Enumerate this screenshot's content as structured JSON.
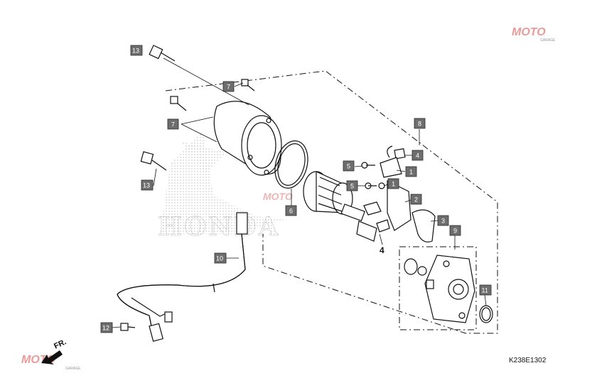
{
  "diagram": {
    "code": "K238E1302",
    "direction_label": "FR.",
    "brand_watermark": "HONDA",
    "moto_watermark": "MOTO",
    "moto_subtext": "GARAGE",
    "callouts": [
      {
        "id": "13",
        "label": "13"
      },
      {
        "id": "7",
        "label": "7"
      },
      {
        "id": "7",
        "label": "7"
      },
      {
        "id": "13",
        "label": "13"
      },
      {
        "id": "8",
        "label": "8"
      },
      {
        "id": "4",
        "label": "4"
      },
      {
        "id": "5",
        "label": "5"
      },
      {
        "id": "1",
        "label": "1"
      },
      {
        "id": "5",
        "label": "5"
      },
      {
        "id": "1",
        "label": "1"
      },
      {
        "id": "2",
        "label": "2"
      },
      {
        "id": "6",
        "label": "6"
      },
      {
        "id": "3",
        "label": "3"
      },
      {
        "id": "9",
        "label": "9"
      },
      {
        "id": "10",
        "label": "10"
      },
      {
        "id": "11",
        "label": "11"
      },
      {
        "id": "12",
        "label": "12"
      }
    ],
    "plain_label": "4"
  },
  "colors": {
    "callout_fill": "#6e6e6e",
    "line": "#111111",
    "watermark_red": "#d9534f"
  }
}
